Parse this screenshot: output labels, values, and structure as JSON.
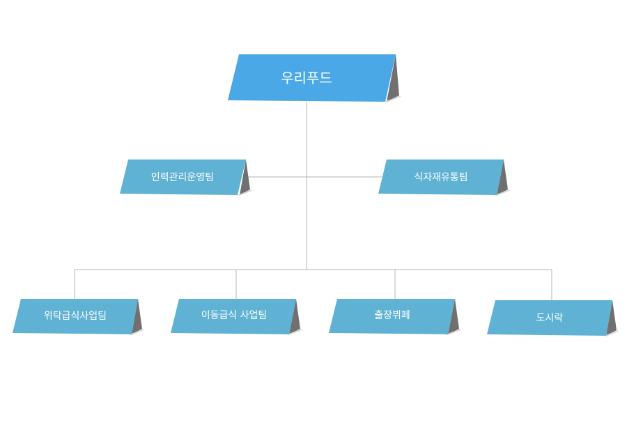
{
  "org_chart": {
    "root": {
      "label": "우리푸드"
    },
    "mid": [
      {
        "label": "인력관리운영팀"
      },
      {
        "label": "식자재유통팀"
      }
    ],
    "bottom": [
      {
        "label": "위탁급식사업팀"
      },
      {
        "label": "이동급식 사업팀"
      },
      {
        "label": "출장뷔페"
      },
      {
        "label": "도시락"
      }
    ]
  },
  "colors": {
    "root_box": "#4aa8e6",
    "team_box": "#5fb2d3",
    "fold_shadow": "#707070",
    "fold_base": "#d6d6d6",
    "connector": "#b4b4b4",
    "text": "#ffffff"
  }
}
